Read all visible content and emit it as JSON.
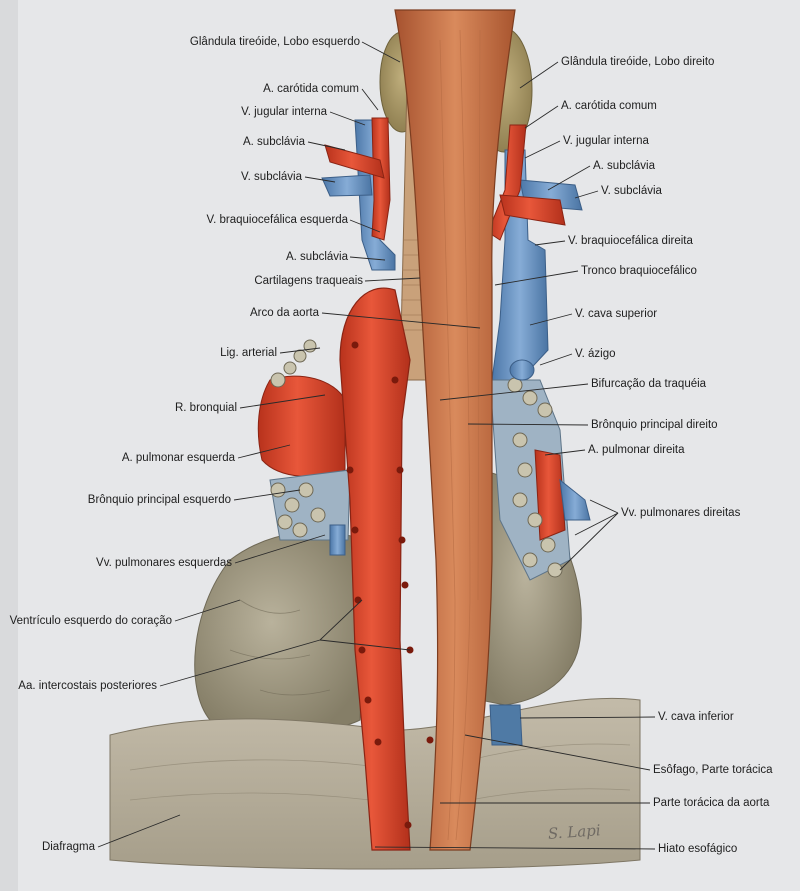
{
  "figure": {
    "signature": "S. Lapi",
    "colors": {
      "background": "#e6e7e9",
      "artery": "#d8452a",
      "vein": "#6f9ac8",
      "esophagus": "#c8754e",
      "trachea": "#c9a17a",
      "thyroid": "#a89664",
      "heart": "#a8a08a",
      "diaphragm": "#b5ad9c",
      "leader_line": "#2a2a2a"
    }
  },
  "labels": {
    "left": [
      "Glândula tireóide, Lobo esquerdo",
      "A. carótida comum",
      "V. jugular interna",
      "A. subclávia",
      "V. subclávia",
      "V. braquiocefálica esquerda",
      "A. subclávia",
      "Cartilagens traqueais",
      "Arco da aorta",
      "Lig. arterial",
      "R. bronquial",
      "A. pulmonar esquerda",
      "Brônquio principal esquerdo",
      "Vv. pulmonares esquerdas",
      "Ventrículo esquerdo do coração",
      "Aa. intercostais posteriores",
      "Diafragma"
    ],
    "right": [
      "Glândula tireóide, Lobo direito",
      "A. carótida comum",
      "V. jugular interna",
      "A. subclávia",
      "V. subclávia",
      "V. braquiocefálica direita",
      "Tronco braquiocefálico",
      "V. cava superior",
      "V. ázigo",
      "Bifurcação da traquéia",
      "Brônquio principal direito",
      "A. pulmonar direita",
      "Vv. pulmonares direitas",
      "V. cava inferior",
      "Esôfago, Parte torácica",
      "Parte torácica da aorta",
      "Hiato esofágico"
    ]
  }
}
